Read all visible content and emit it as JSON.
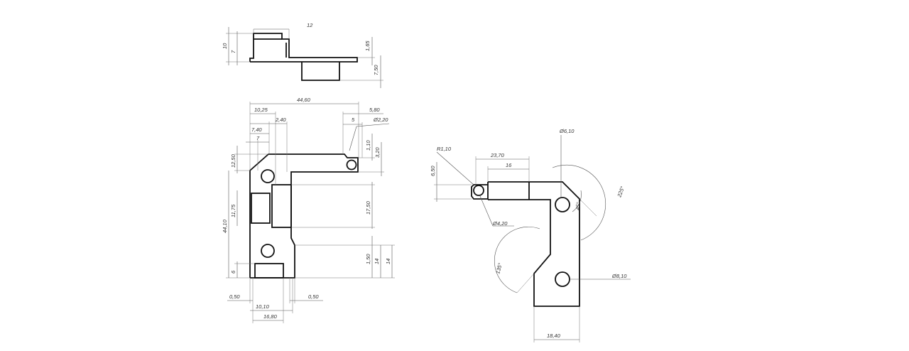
{
  "side_view": {
    "d_top_width": "12",
    "d_height_total": "10",
    "d_height_body": "7",
    "d_flange": "1,65",
    "d_lower": "7,50"
  },
  "front_view": {
    "d_overall_width": "44,60",
    "d_10_25": "10,25",
    "d_5_80": "5,80",
    "d_7_40": "7,40",
    "d_2_40": "2,40",
    "d_5": "5",
    "d_hole_small": "Ø2,20",
    "d_7": "7",
    "d_1_10": "1,10",
    "d_3_20": "3,20",
    "d_12_50": "12,50",
    "d_44_10": "44,10",
    "d_11_75": "11,75",
    "d_17_50": "17,50",
    "d_6": "6",
    "d_1_50": "1,50",
    "d_14_a": "14",
    "d_14_b": "14",
    "d_0_50_left": "0,50",
    "d_10_10": "10,10",
    "d_0_50_right": "0,50",
    "d_16_80": "16,80"
  },
  "flat_view": {
    "d_r1_10": "R1,10",
    "d_23_70": "23,70",
    "d_16": "16",
    "d_6_50": "6,50",
    "d_hole_top": "Ø6,10",
    "d_angle_right": "225°",
    "d_angle_inner": "45°",
    "d_hole_tip": "Ø4,20",
    "d_angle_left": "135°",
    "d_hole_bottom": "Ø8,10",
    "d_18_40": "18,40"
  }
}
